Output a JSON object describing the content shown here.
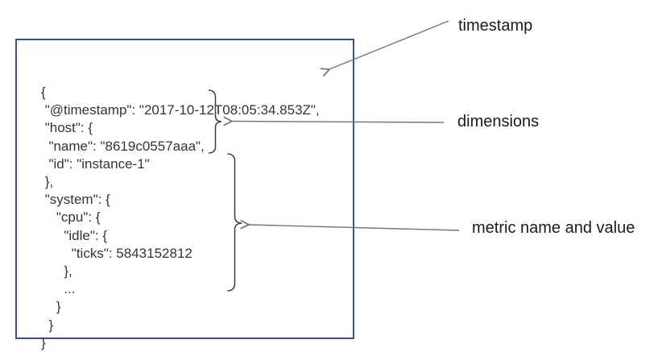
{
  "document_box": {
    "code_lines": [
      "{",
      " \"@timestamp\": \"2017-10-12T08:05:34.853Z\",",
      " \"host\": {",
      "  \"name\": \"8619c0557aaa\",",
      "  \"id\": \"instance-1\"",
      " },",
      " \"system\": {",
      "    \"cpu\": {",
      "      \"idle\": {",
      "        \"ticks\": 5843152812",
      "      },",
      "      ...",
      "    }",
      "  }",
      "}"
    ]
  },
  "annotations": [
    {
      "label": "timestamp"
    },
    {
      "label": "dimensions"
    },
    {
      "label": "metric name and value"
    }
  ],
  "colors": {
    "box_border": "#36538c",
    "code_text": "#343434",
    "label_text": "#1a1a1a",
    "arrow": "#70757f",
    "brace": "#3e4654"
  }
}
